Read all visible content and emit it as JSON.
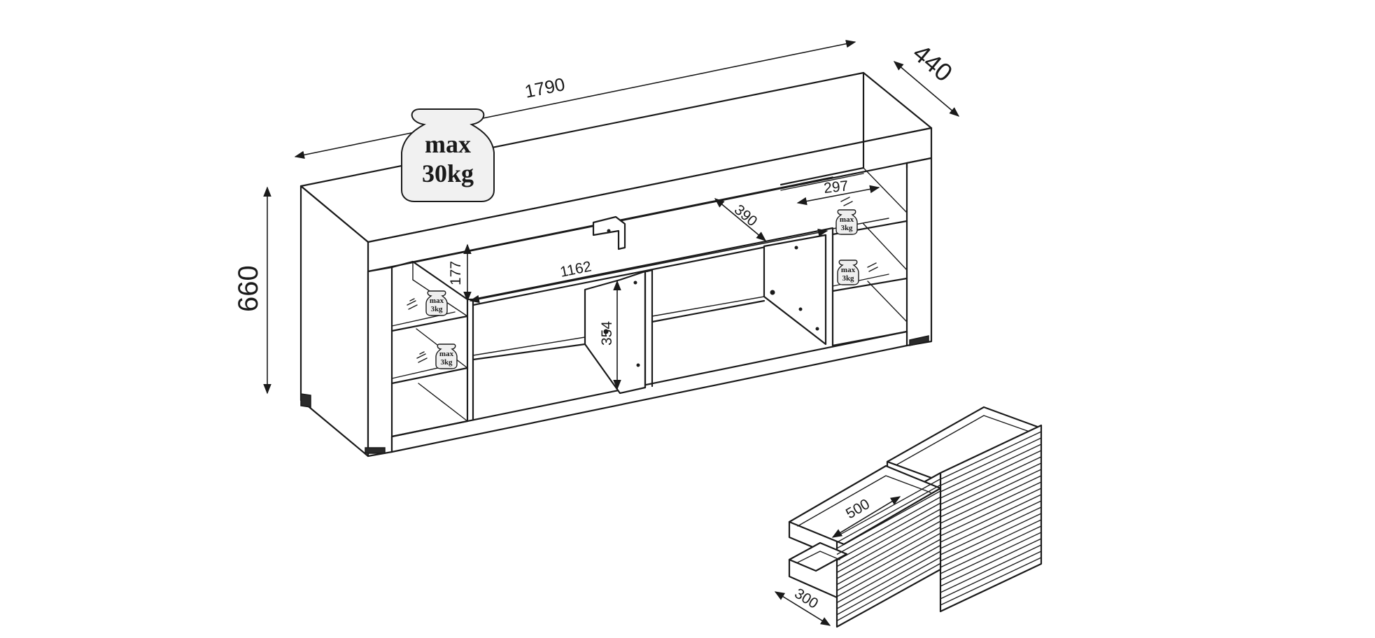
{
  "dimensions": {
    "width": "1790",
    "depth": "440",
    "height": "660",
    "center_opening_width": "1162",
    "center_opening_depth": "390",
    "center_shelf_height": "177",
    "lower_compartment_height": "354",
    "side_shelf_width": "297",
    "drawer_depth": "500",
    "drawer_width": "300"
  },
  "load_labels": {
    "top": {
      "line1": "max",
      "line2": "30kg"
    },
    "shelf": {
      "line1": "max",
      "line2": "3kg"
    }
  },
  "icons": {
    "top_weight": "weight-icon",
    "shelf_weight": "weight-icon",
    "drawer": "drawer-icon"
  }
}
